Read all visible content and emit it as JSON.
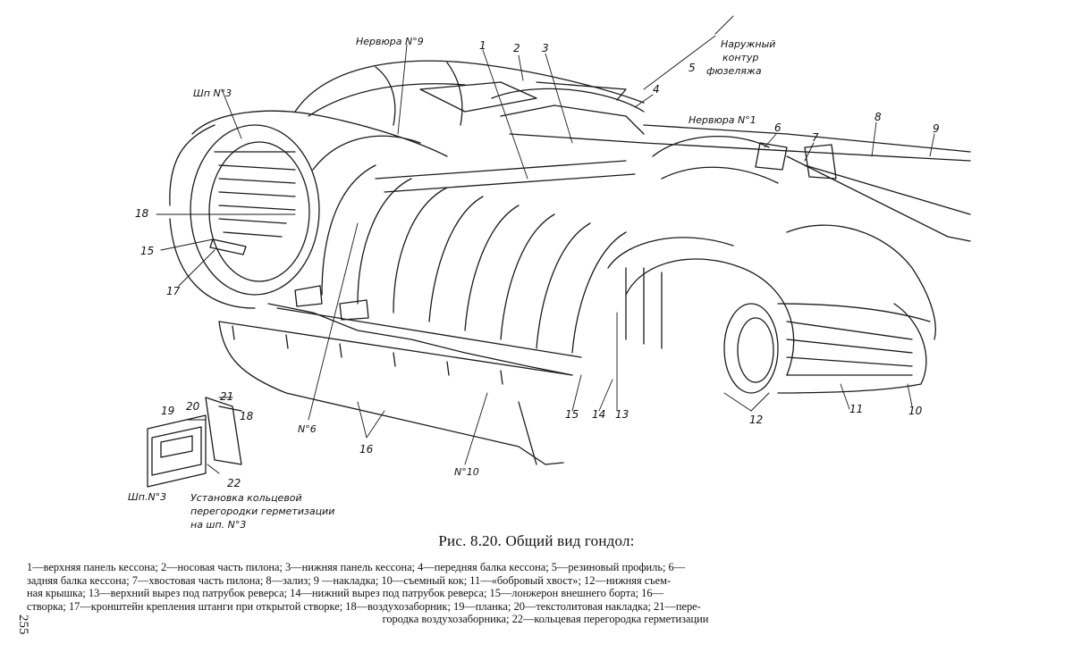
{
  "drawing": {
    "labels": {
      "nervura9": "Нервюра N°9",
      "nervura1": "Нервюра N°1",
      "shp3_top": "Шп N°3",
      "outer_contour_1": "Наружный",
      "outer_contour_2": "контур",
      "outer_contour_3": "фюзеляжа",
      "n6": "N°6",
      "n10": "N°10",
      "shp3_bottom": "Шп.N°3",
      "install_1": "Установка кольцевой",
      "install_2": "перегородки герметизации",
      "install_3": "на шп. N°3"
    },
    "numbers": {
      "p1": "1",
      "p2": "2",
      "p3": "3",
      "p4": "4",
      "p5": "5",
      "p6": "6",
      "p7": "7",
      "p8": "8",
      "p9": "9",
      "p10": "10",
      "p11": "11",
      "p12": "12",
      "p13": "13",
      "p14": "14",
      "p15a": "15",
      "p15b": "15",
      "p16": "16",
      "p17": "17",
      "p18a": "18",
      "p18b": "18",
      "p19": "19",
      "p20": "20",
      "p21": "21",
      "p22": "22"
    }
  },
  "caption": "Рис. 8.20. Общий вид гондол:",
  "legend": [
    "1—верхняя панель кессона; 2—носовая часть пилона; 3—нижняя панель кессона; 4—передняя балка кессона; 5—резиновый профиль; 6—",
    "задняя балка кессона; 7—хвостовая часть пилона; 8—зализ; 9 —накладка; 10—съемный кок; 11—«бобровый хвост»; 12—нижняя съем-",
    "ная крышка; 13—верхний вырез под патрубок реверса; 14—нижний вырез под патрубок реверса; 15—лонжерон внешнего борта; 16—",
    "створка; 17—кронштейн крепления штанги при открытой створке; 18—воздухозаборник; 19—планка; 20—текстолитовая накладка; 21—пере-",
    "городка воздухозаборника; 22—кольцевая перегородка герметизации"
  ],
  "page_number": "255"
}
